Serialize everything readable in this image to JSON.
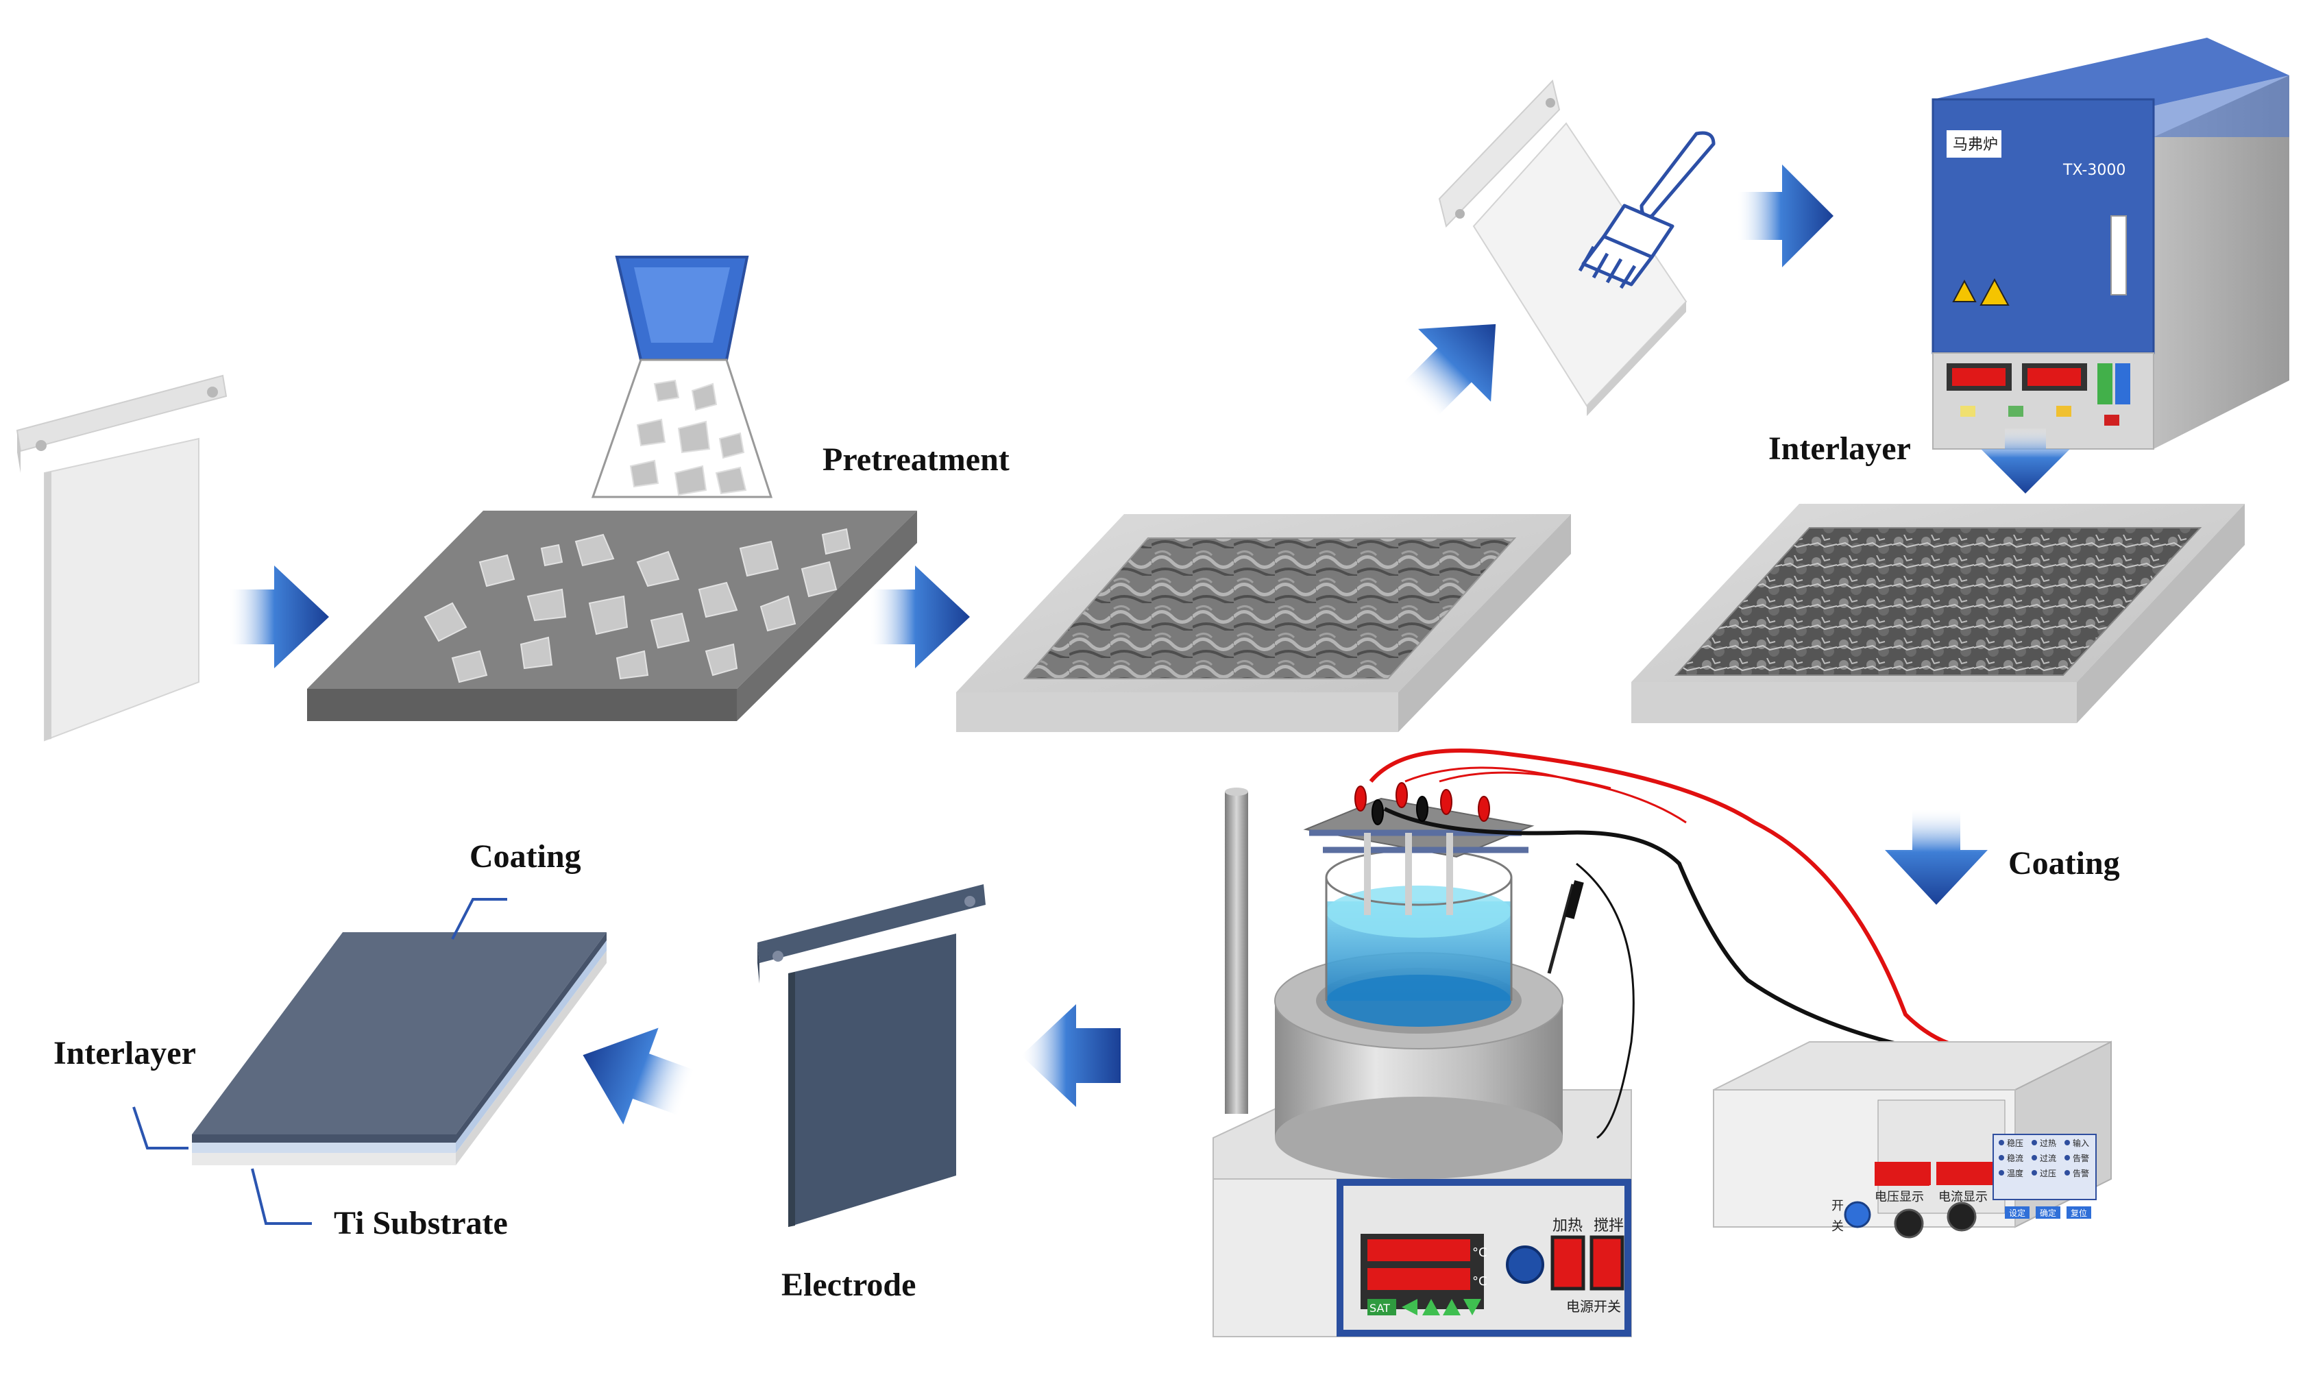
{
  "labels": {
    "pretreatment": "Pretreatment",
    "interlayer_step": "Interlayer",
    "coating_step": "Coating",
    "electrode": "Electrode",
    "layer_coating": "Coating",
    "layer_interlayer": "Interlayer",
    "layer_substrate": "Ti Substrate"
  },
  "furnace": {
    "name_plate": "马弗炉",
    "model": "TX-3000"
  },
  "stirrer": {
    "heat_label": "加热",
    "stir_label": "搅拌",
    "power_label": "电源开关",
    "set_button": "SAT",
    "unit_top": "°C",
    "unit_bottom": "°C"
  },
  "power_supply": {
    "voltage_label": "电压显示",
    "current_label": "电流显示",
    "switch_top": "开",
    "switch_bottom": "关",
    "panel_items": [
      "稳压",
      "过热",
      "输入",
      "稳流",
      "过流",
      "告警",
      "温度",
      "过压",
      "告警"
    ],
    "buttons": [
      "设定",
      "确定",
      "复位"
    ]
  },
  "colors": {
    "arrow_blue": "#1f4fa8",
    "electrode_dark": "#45556d",
    "furnace_blue": "#3a62b8",
    "wire_red": "#e01010",
    "wire_black": "#111111"
  }
}
